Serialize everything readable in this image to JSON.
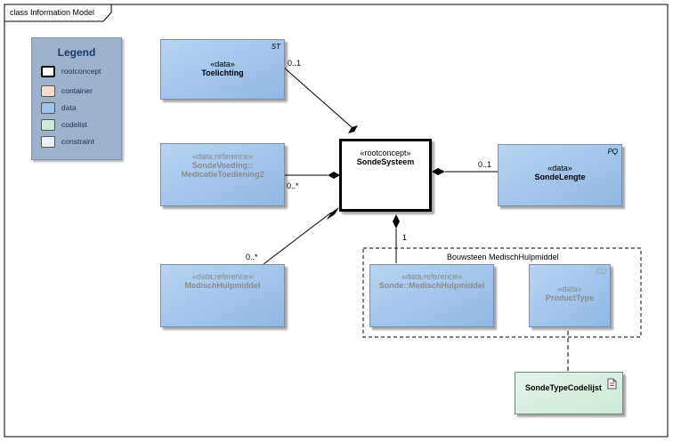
{
  "diagram": {
    "frame_title": "class Information Model"
  },
  "legend": {
    "title": "Legend",
    "items": [
      {
        "label": "rootconcept",
        "color": "#ffffff",
        "border": "#000000"
      },
      {
        "label": "container",
        "color": "#f5ddd0",
        "border": "#7d6b63"
      },
      {
        "label": "data",
        "color": "#9fc3ec",
        "border": "#5a6e88"
      },
      {
        "label": "codelist",
        "color": "#cfe9d8",
        "border": "#5f7a68"
      },
      {
        "label": "constraint",
        "color": "#f0f0f8",
        "border": "#666666"
      }
    ]
  },
  "nodes": {
    "toelichting": {
      "stereotype": "«data»",
      "name": "Toelichting",
      "tag": "ST"
    },
    "sondevoeding": {
      "stereotype": "«data,reference»",
      "name_line1": "SondeVoeding::",
      "name_line2": "MedicatieToediening2"
    },
    "medischhulpmiddel": {
      "stereotype": "«data,reference»",
      "name": "MedischHulpmiddel"
    },
    "sondesysteem": {
      "stereotype": "«rootconcept»",
      "name": "SondeSysteem"
    },
    "sondelengte": {
      "stereotype": "«data»",
      "name": "SondeLengte",
      "tag": "PQ"
    },
    "sonde_medischhulpmiddel": {
      "stereotype": "«data,reference»",
      "name": "Sonde::MedischHulpmiddel"
    },
    "producttype": {
      "stereotype": "«data»",
      "name": "ProductType",
      "tag": "CD"
    },
    "sondetypecodelijst": {
      "name": "SondeTypeCodelijst"
    }
  },
  "group": {
    "label": "Bouwsteen MedischHulpmiddel"
  },
  "multiplicities": {
    "toelichting": "0..1",
    "sondevoeding": "0..*",
    "medischhulpmiddel": "0..*",
    "sondelengte": "0..1",
    "sonde_medischhulpmiddel": "1"
  }
}
